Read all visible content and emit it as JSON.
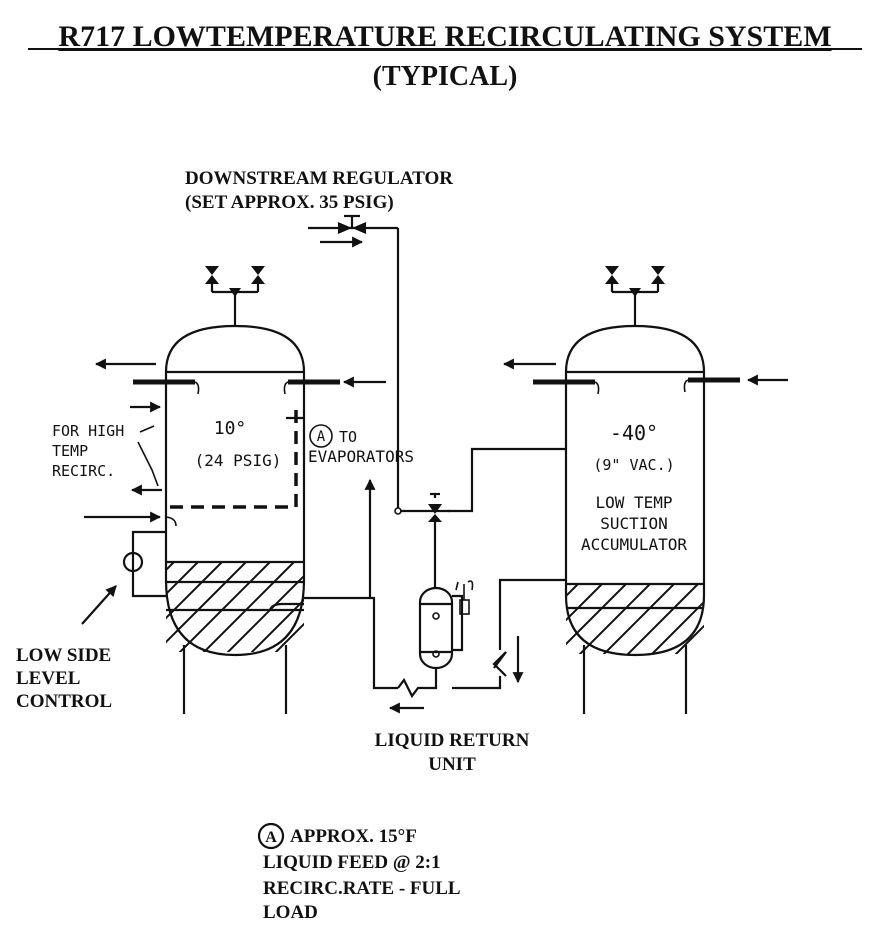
{
  "title": {
    "line1": "R717 LOWTEMPERATURE RECIRCULATING SYSTEM",
    "line2": "(TYPICAL)"
  },
  "regulator": {
    "line1": "DOWNSTREAM REGULATOR",
    "line2": "(SET APPROX. 35 PSIG)"
  },
  "vessel_high": {
    "temp": "10°",
    "pressure": "(24 PSIG)"
  },
  "vessel_low": {
    "temp": "-40°",
    "pressure": "(9\" VAC.)",
    "name_line1": "LOW TEMP",
    "name_line2": "SUCTION",
    "name_line3": "ACCUMULATOR"
  },
  "high_temp_recirc": {
    "line1": "FOR HIGH",
    "line2": "TEMP",
    "line3": "RECIRC."
  },
  "to_evaporators": {
    "marker": "A",
    "line1": "TO",
    "line2": "EVAPORATORS"
  },
  "level_control": {
    "line1": "LOW SIDE",
    "line2": "LEVEL",
    "line3": "CONTROL"
  },
  "liquid_return": {
    "line1": "LIQUID RETURN",
    "line2": "UNIT"
  },
  "note": {
    "marker": "A",
    "line1": "APPROX. 15°F",
    "line2": "LIQUID FEED @ 2:1",
    "line3": "RECIRC.RATE - FULL",
    "line4": "LOAD"
  }
}
